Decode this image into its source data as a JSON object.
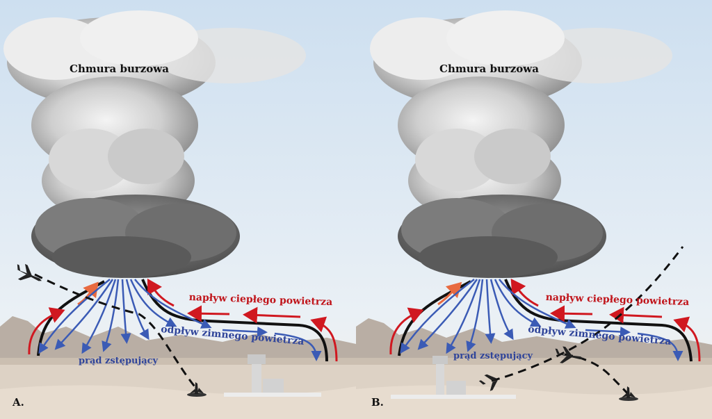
{
  "panels": [
    {
      "letter": "A.",
      "cloud_label": "Chmura burzowa",
      "warm_inflow_label": "napływ ciepłego powietrza",
      "cold_outflow_label": "odpływ zimnego powietrza",
      "downdraft_label": "prąd zstępujący"
    },
    {
      "letter": "B.",
      "cloud_label": "Chmura burzowa",
      "warm_inflow_label": "napływ ciepłego powietrza",
      "cold_outflow_label": "odpływ zimnego powietrza",
      "downdraft_label": "prąd zstępujący"
    }
  ],
  "colors": {
    "sky_top": "#c8dcee",
    "sky_bottom": "#eef2f5",
    "ground": "#ddd2c5",
    "cloud": "#8c8c8c",
    "warm_air": "#d01820",
    "cold_air": "#3b5bb5",
    "gust_front": "#111111",
    "flight_path": "#111111"
  }
}
